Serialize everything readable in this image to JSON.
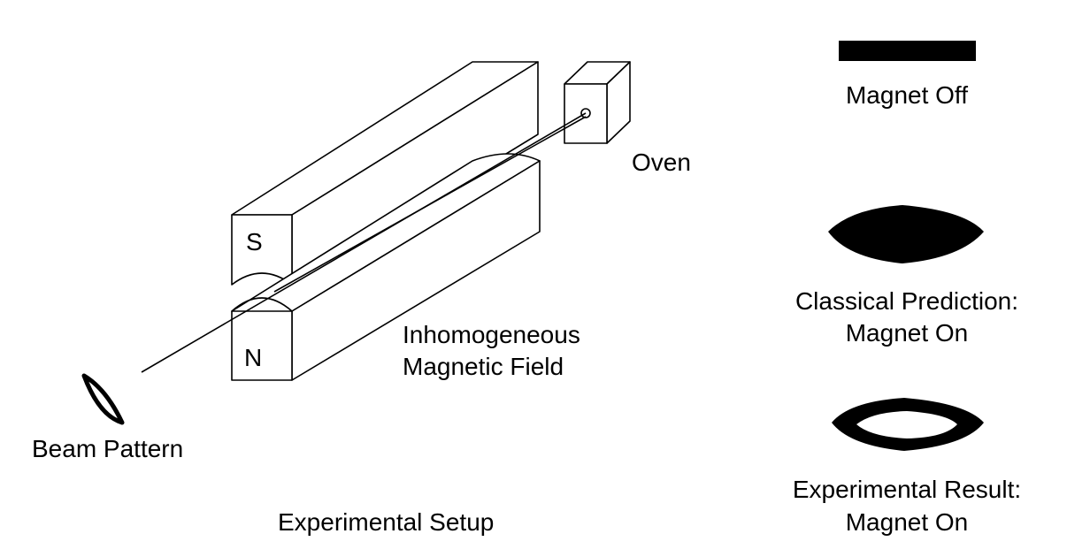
{
  "labels": {
    "oven": "Oven",
    "magnet_s": "S",
    "magnet_n": "N",
    "field_line1": "Inhomogeneous",
    "field_line2": "Magnetic Field",
    "beam_pattern": "Beam Pattern",
    "caption": "Experimental Setup"
  },
  "results": [
    {
      "line1": "Magnet Off",
      "line2": ""
    },
    {
      "line1": "Classical Prediction:",
      "line2": "Magnet On"
    },
    {
      "line1": "Experimental Result:",
      "line2": "Magnet On"
    }
  ]
}
